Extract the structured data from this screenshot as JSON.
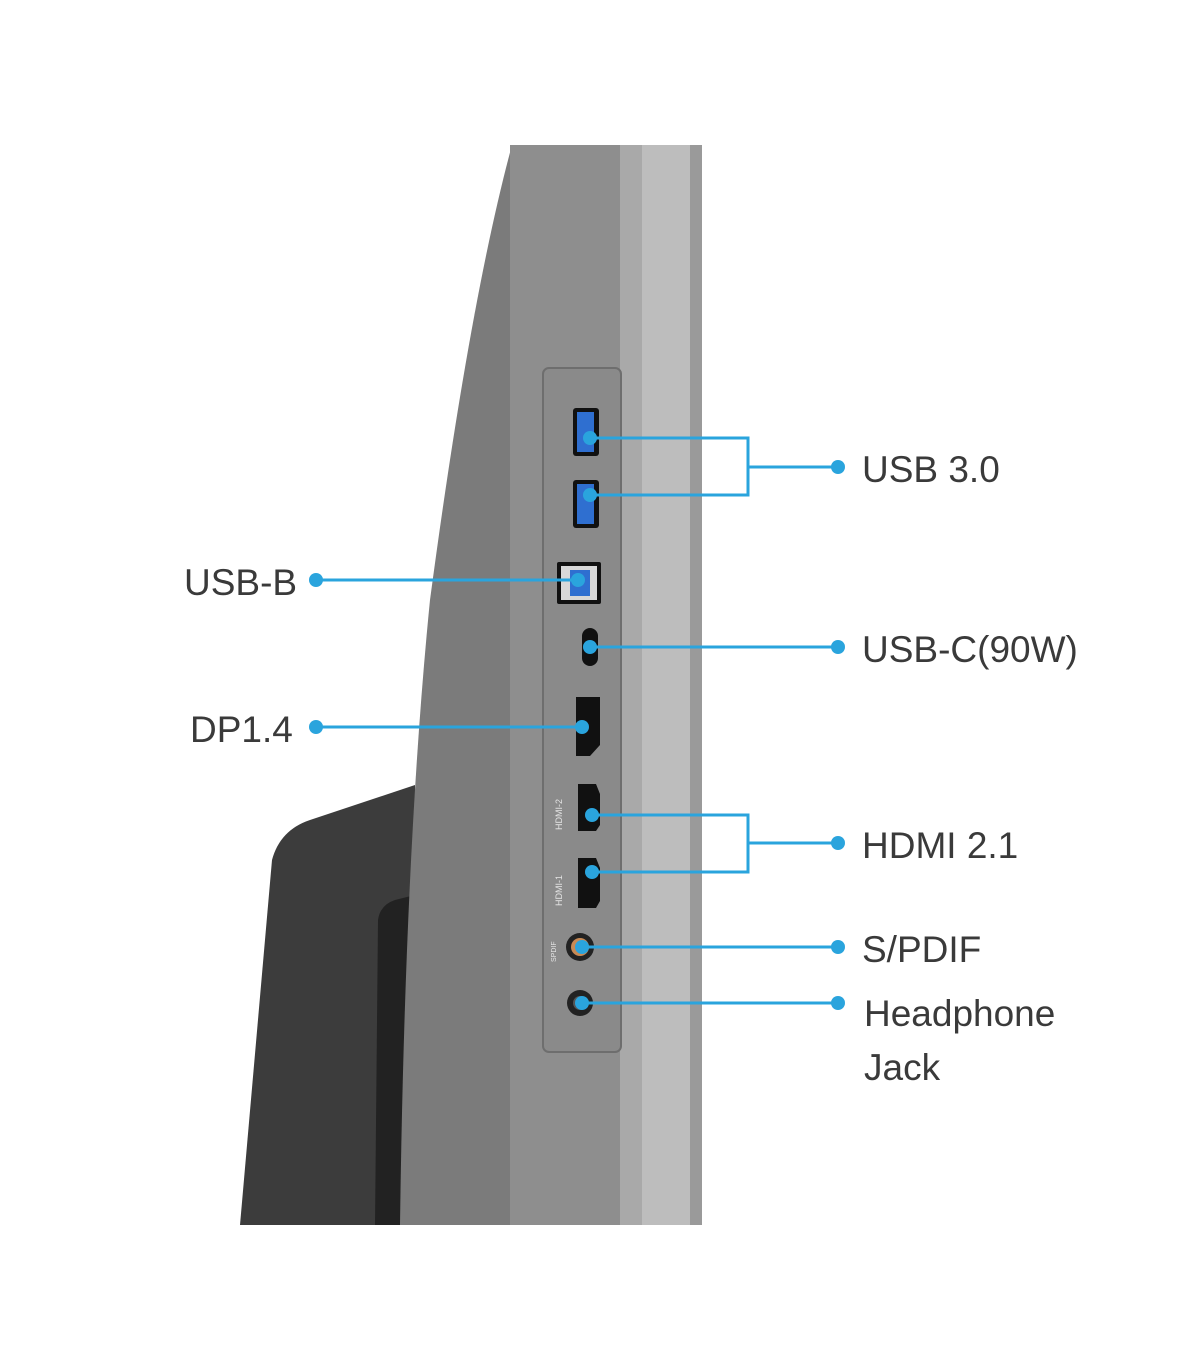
{
  "accent_color": "#2aa4dd",
  "labels": {
    "usb30": "USB 3.0",
    "usbb": "USB-B",
    "usbc": "USB-C(90W)",
    "dp": "DP1.4",
    "hdmi": "HDMI 2.1",
    "spdif": "S/PDIF",
    "headphone_line1": "Headphone",
    "headphone_line2": "Jack"
  },
  "port_markings": {
    "hdmi2": "HDMI-2",
    "hdmi1": "HDMI-1",
    "spdif": "SPDIF"
  }
}
